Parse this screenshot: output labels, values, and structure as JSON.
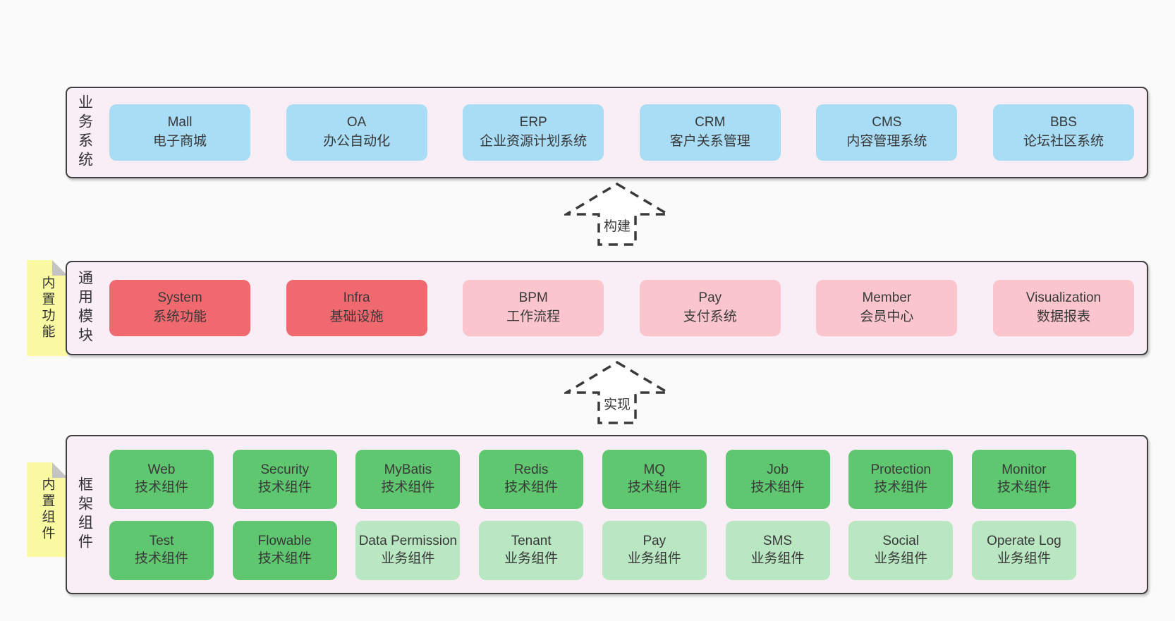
{
  "palette": {
    "page_bg": "#fafafa",
    "band_fill": "#f9eef6",
    "band_border": "#3f3f3f",
    "box_blue": "#a9dcf5",
    "box_red": "#f0696e",
    "box_pink": "#fbc5ce",
    "box_green": "#5fc76f",
    "box_light_green": "#b9e7c2",
    "note_yellow": "#fafaa2",
    "note_fold_gray": "#c4c4c4",
    "text": "#3a3a3a"
  },
  "bands": [
    {
      "label": "业务系统",
      "boxes": [
        {
          "name": "Mall",
          "desc": "电子商城"
        },
        {
          "name": "OA",
          "desc": "办公自动化"
        },
        {
          "name": "ERP",
          "desc": "企业资源计划系统"
        },
        {
          "name": "CRM",
          "desc": "客户关系管理"
        },
        {
          "name": "CMS",
          "desc": "内容管理系统"
        },
        {
          "name": "BBS",
          "desc": "论坛社区系统"
        }
      ]
    },
    {
      "label": "通用模块",
      "note": "内置功能",
      "boxes": [
        {
          "name": "System",
          "desc": "系统功能"
        },
        {
          "name": "Infra",
          "desc": "基础设施"
        },
        {
          "name": "BPM",
          "desc": "工作流程"
        },
        {
          "name": "Pay",
          "desc": "支付系统"
        },
        {
          "name": "Member",
          "desc": "会员中心"
        },
        {
          "name": "Visualization",
          "desc": "数据报表"
        }
      ]
    },
    {
      "label": "框架组件",
      "note": "内置组件",
      "row1": [
        {
          "name": "Web",
          "desc": "技术组件"
        },
        {
          "name": "Security",
          "desc": "技术组件"
        },
        {
          "name": "MyBatis",
          "desc": "技术组件"
        },
        {
          "name": "Redis",
          "desc": "技术组件"
        },
        {
          "name": "MQ",
          "desc": "技术组件"
        },
        {
          "name": "Job",
          "desc": "技术组件"
        },
        {
          "name": "Protection",
          "desc": "技术组件"
        },
        {
          "name": "Monitor",
          "desc": "技术组件"
        }
      ],
      "row2": [
        {
          "name": "Test",
          "desc": "技术组件"
        },
        {
          "name": "Flowable",
          "desc": "技术组件"
        },
        {
          "name": "Data Permission",
          "desc": "业务组件"
        },
        {
          "name": "Tenant",
          "desc": "业务组件"
        },
        {
          "name": "Pay",
          "desc": "业务组件"
        },
        {
          "name": "SMS",
          "desc": "业务组件"
        },
        {
          "name": "Social",
          "desc": "业务组件"
        },
        {
          "name": "Operate Log",
          "desc": "业务组件"
        }
      ]
    }
  ],
  "arrows": [
    {
      "label": "构建"
    },
    {
      "label": "实现"
    }
  ]
}
